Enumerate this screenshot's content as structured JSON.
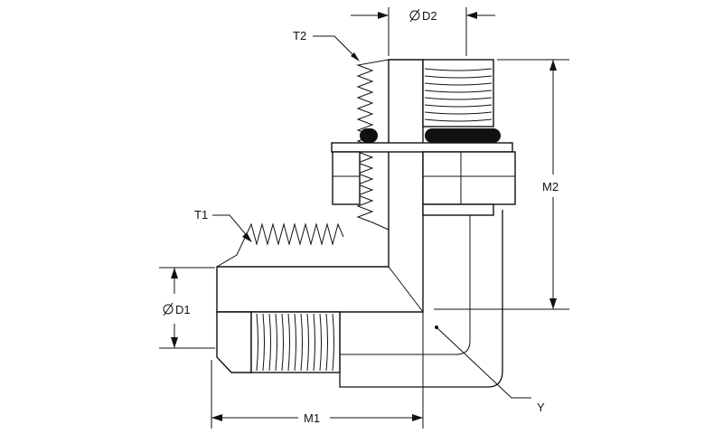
{
  "diagram": {
    "labels": {
      "d2": "D2",
      "d1": "D1",
      "t2": "T2",
      "t1": "T1",
      "m1": "M1",
      "m2": "M2",
      "y": "Y"
    },
    "icons": {
      "diameter": "diameter-symbol-icon",
      "oring": "o-ring-icon"
    },
    "colors": {
      "line": "#111111",
      "background": "#ffffff",
      "oring": "#111111"
    }
  }
}
